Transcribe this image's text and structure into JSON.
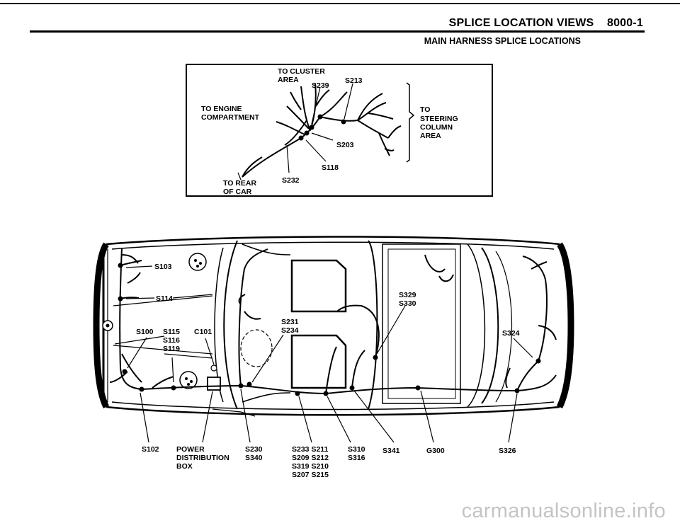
{
  "header": {
    "title": "SPLICE LOCATION VIEWS    8000-1",
    "subtitle": "MAIN HARNESS SPLICE LOCATIONS"
  },
  "inset": {
    "to_cluster": [
      "TO CLUSTER",
      "AREA"
    ],
    "to_engine": [
      "TO ENGINE",
      "COMPARTMENT"
    ],
    "to_steering": [
      "TO",
      "STEERING",
      "COLUMN",
      "AREA"
    ],
    "to_rear": [
      "TO REAR",
      "OF CAR"
    ],
    "s239": "S239",
    "s213": "S213",
    "s203": "S203",
    "s118": "S118",
    "s232": "S232"
  },
  "car_labels": {
    "s103": "S103",
    "s114": "S114",
    "s100": "S100",
    "s115_group": [
      "S115",
      "S116",
      "S119"
    ],
    "c101": "C101",
    "s231_group": [
      "S231",
      "S234"
    ],
    "s329_group": [
      "S329",
      "S330"
    ],
    "s324": "S324"
  },
  "bottom_labels": {
    "s102": "S102",
    "power_box": [
      "POWER",
      "DISTRIBUTION",
      "BOX"
    ],
    "s230_group": [
      "S230",
      "S340"
    ],
    "s233_group": [
      "S233 S211",
      "S209 S212",
      "S319 S210",
      "S207 S215"
    ],
    "s310_group": [
      "S310",
      "S316"
    ],
    "s341": "S341",
    "g300": "G300",
    "s326": "S326"
  },
  "watermark": "carmanualsonline.info"
}
